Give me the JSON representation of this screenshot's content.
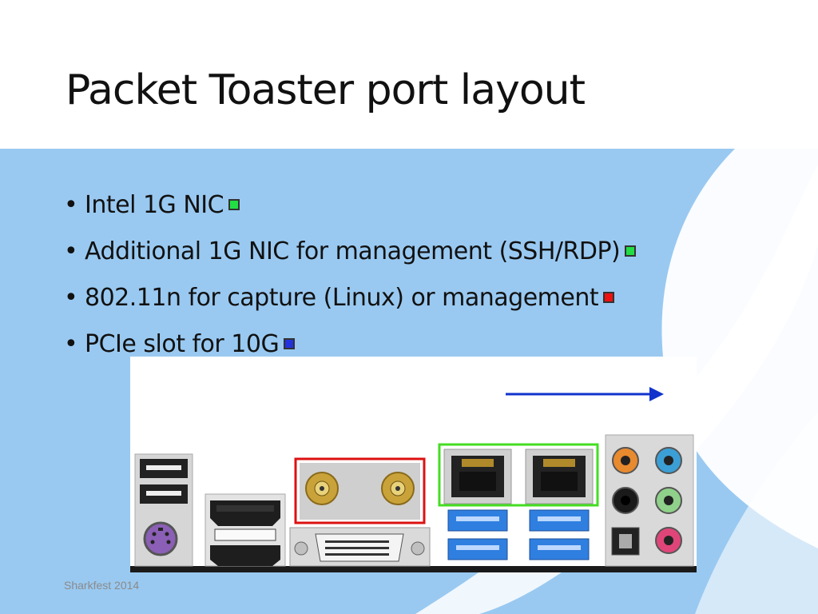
{
  "slide": {
    "title": "Packet Toaster port layout",
    "footer": "Sharkfest 2014"
  },
  "bullets": [
    {
      "text": "Intel 1G NIC",
      "color": "#22dd44"
    },
    {
      "text": "Additional 1G NIC for management (SSH/RDP)",
      "color": "#22dd44"
    },
    {
      "text": "802.11n for capture (Linux) or management",
      "color": "#ee1111"
    },
    {
      "text": "PCIe slot for 10G",
      "color": "#2233dd"
    }
  ],
  "colors": {
    "background_blue": "#99c9f1",
    "swoosh": "#ffffff",
    "wifi_box": "#dd1111",
    "nic_box": "#44dd22",
    "arrow": "#1133cc",
    "usb3_blue": "#2f7fe0"
  },
  "photo": {
    "icons": [
      "usb-port-icon",
      "ps2-port-icon",
      "hdmi-port-icon",
      "antenna-connector-icon",
      "dvi-port-icon",
      "ethernet-port-icon",
      "audio-jack-icon",
      "optical-port-icon"
    ]
  }
}
